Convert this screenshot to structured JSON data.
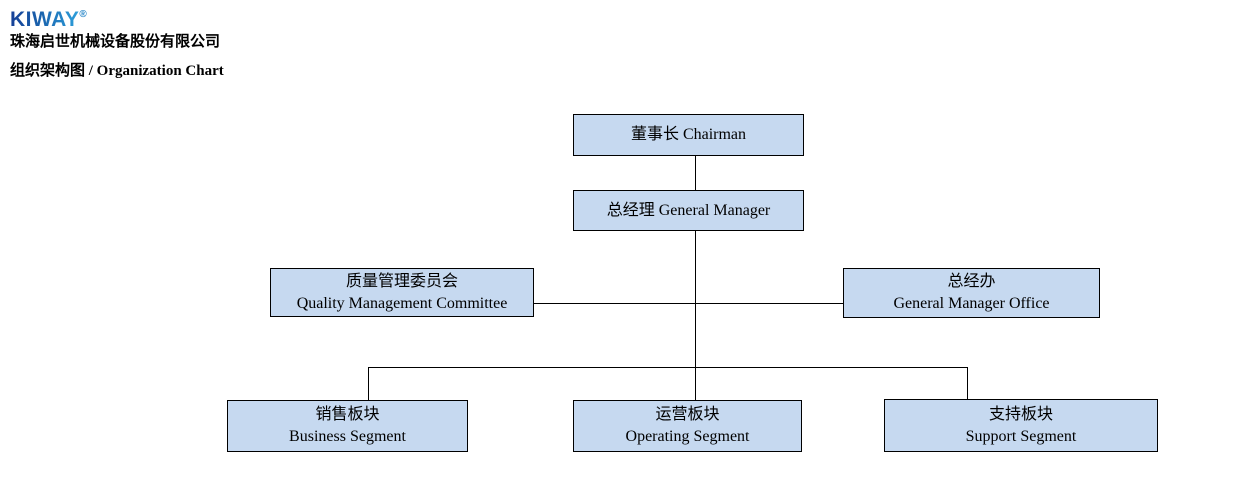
{
  "header": {
    "logo_text": "KIWAY",
    "registered_mark": "®",
    "company_name_zh": "珠海启世机械设备股份有限公司",
    "document_title": "组织架构图 / Organization Chart"
  },
  "org_chart": {
    "type": "organization-tree",
    "nodes": {
      "chairman": {
        "label": "董事长 Chairman"
      },
      "general_manager": {
        "label": "总经理 General Manager"
      },
      "quality_committee": {
        "label_zh": "质量管理委员会",
        "label_en": "Quality Management Committee"
      },
      "gm_office": {
        "label_zh": "总经办",
        "label_en": "General Manager Office"
      },
      "business_segment": {
        "label_zh": "销售板块",
        "label_en": "Business Segment"
      },
      "operating_segment": {
        "label_zh": "运营板块",
        "label_en": "Operating Segment"
      },
      "support_segment": {
        "label_zh": "支持板块",
        "label_en": "Support Segment"
      }
    },
    "hierarchy": [
      {
        "parent": "chairman",
        "children": [
          "general_manager"
        ]
      },
      {
        "parent": "general_manager",
        "children": [
          "quality_committee",
          "gm_office",
          "business_segment",
          "operating_segment",
          "support_segment"
        ]
      }
    ],
    "colors": {
      "node_fill": "#c6d9f0",
      "node_border": "#000000",
      "connector": "#000000",
      "logo_blue_dark": "#153f96",
      "logo_blue_light": "#2da0dc",
      "registered_mark_blue": "#2786c8"
    }
  }
}
